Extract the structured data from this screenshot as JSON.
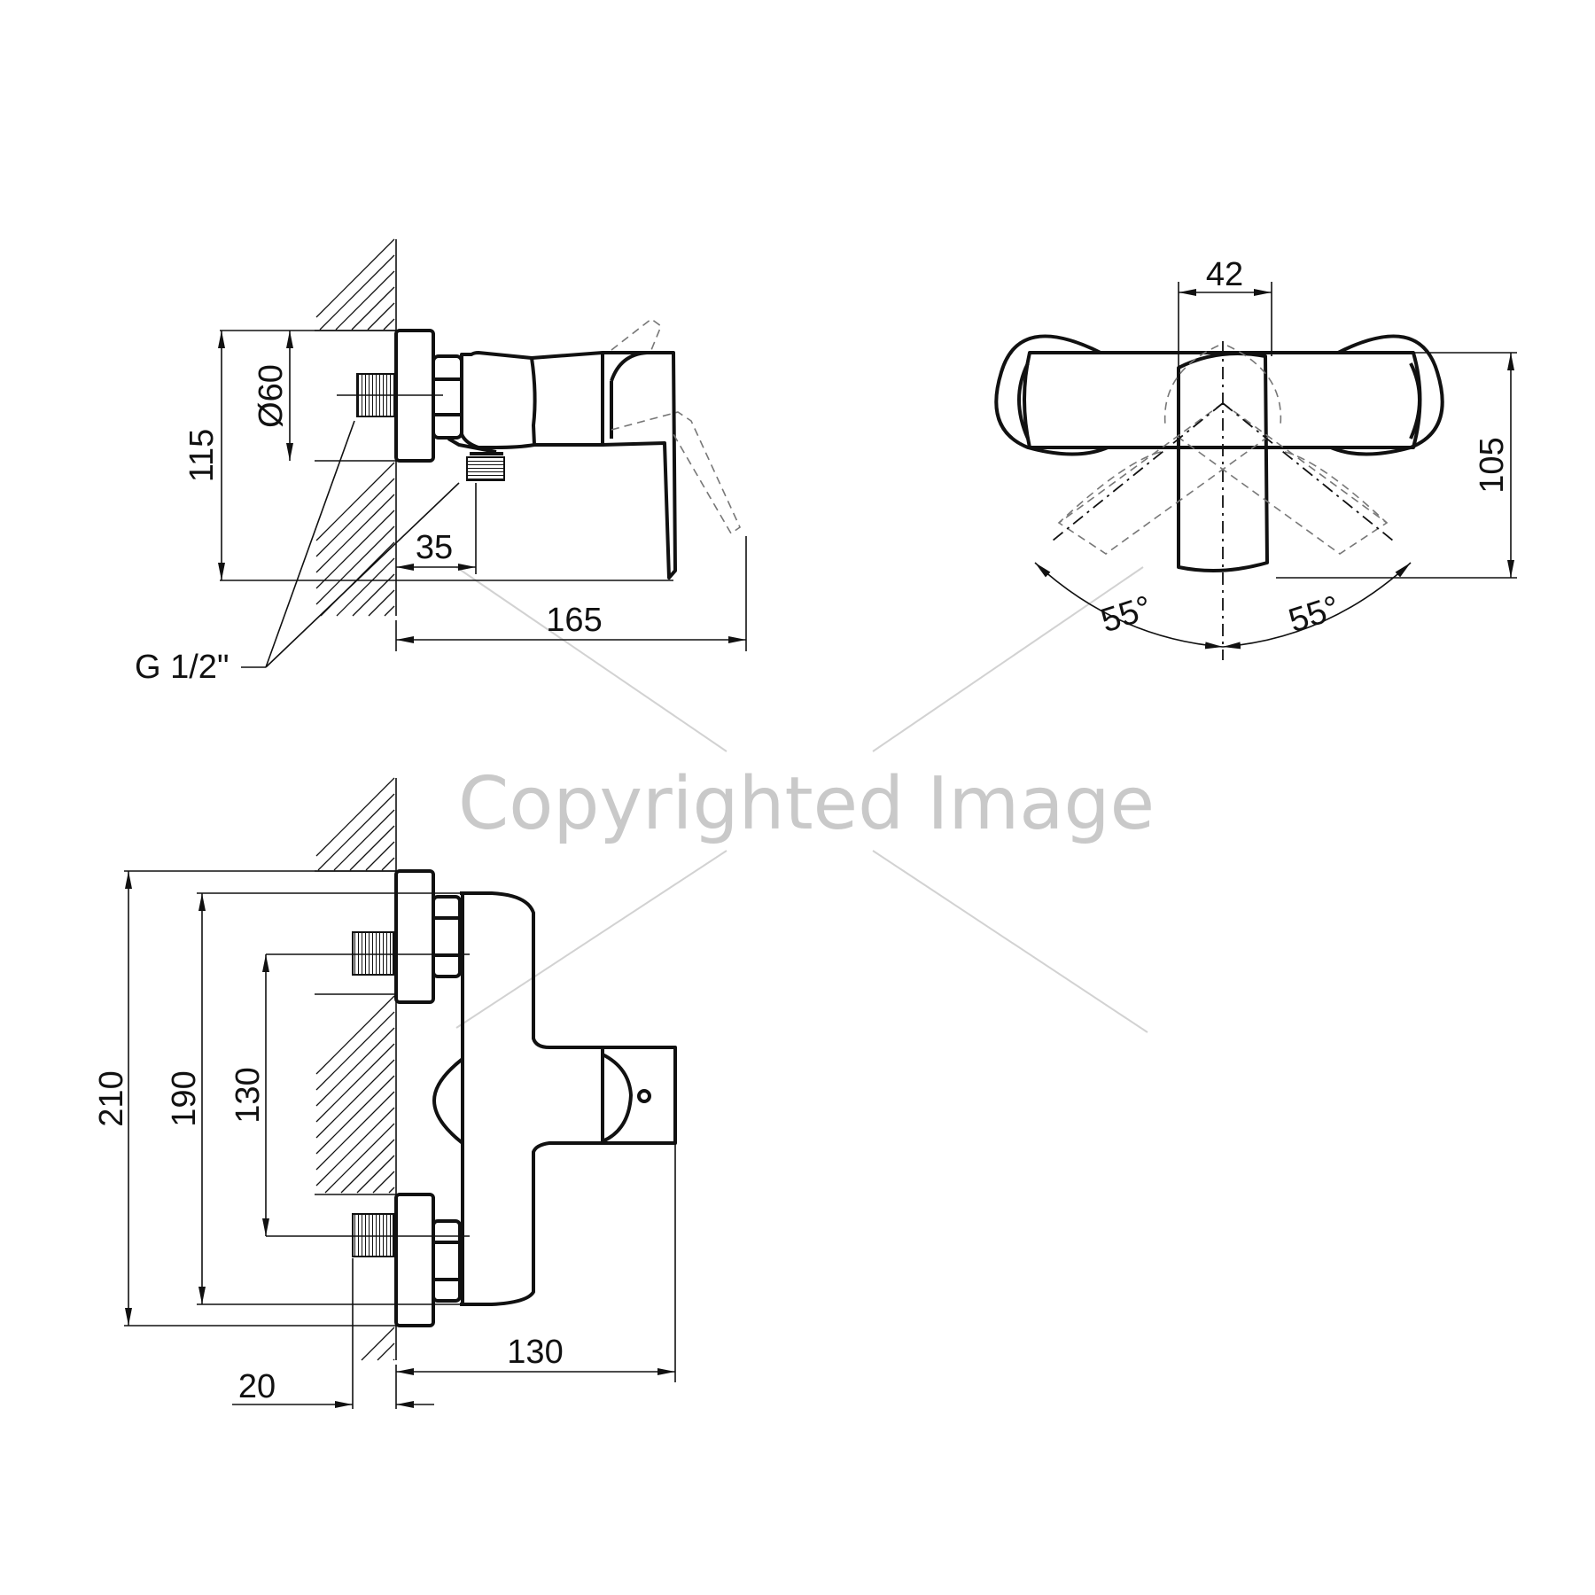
{
  "side_view": {
    "dims": {
      "height": "115",
      "flange_diameter": "Ø60",
      "outlet_offset": "35",
      "depth": "165"
    },
    "thread_label": "G 1/2\""
  },
  "top_view": {
    "dims": {
      "handle_width": "42",
      "height": "105",
      "angle_left": "55°",
      "angle_right": "55°"
    }
  },
  "front_view": {
    "dims": {
      "overall_height": "210",
      "inner_height": "190",
      "center_distance": "130",
      "wall_gap": "20",
      "projection": "130"
    }
  },
  "watermark": {
    "text": "Copyrighted Image"
  }
}
